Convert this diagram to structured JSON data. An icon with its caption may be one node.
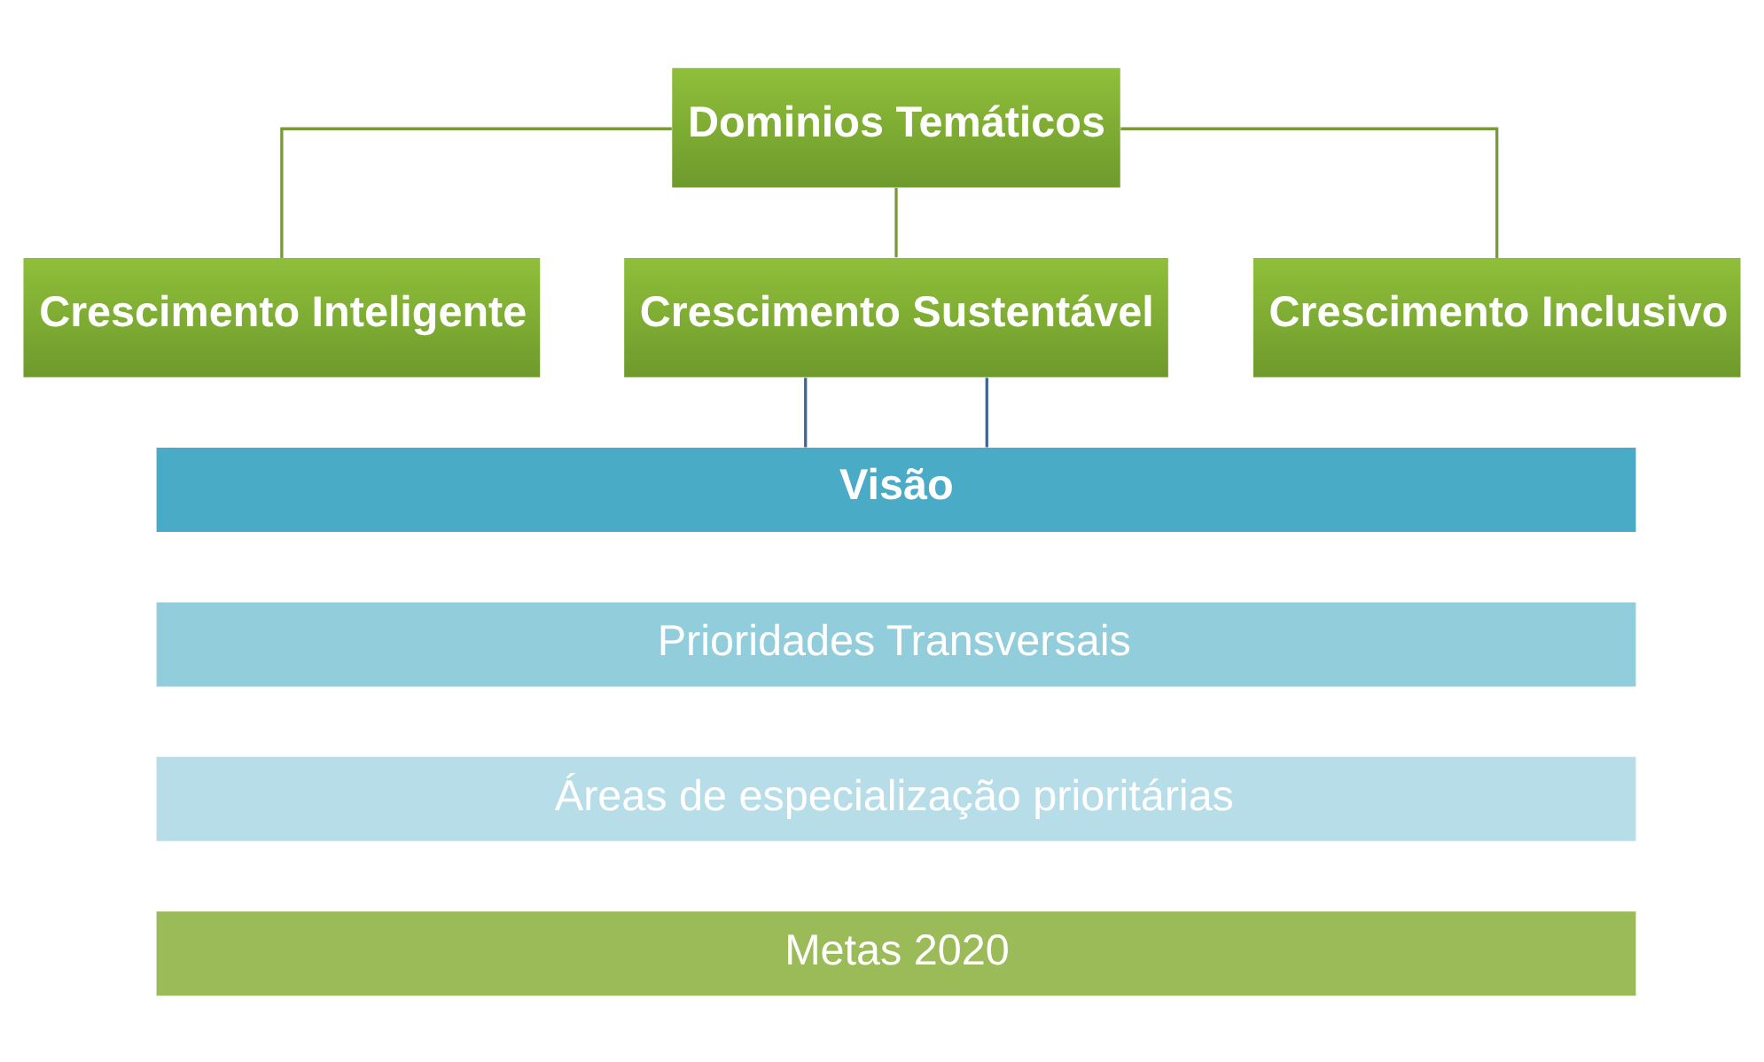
{
  "diagram": {
    "nodes": [
      {
        "text": [
          "Dominios Temáticos"
        ]
      },
      {
        "text": [
          "Crescimento Inteligente"
        ]
      },
      {
        "text": [
          "Crescimento Sustentável"
        ]
      },
      {
        "text": [
          "Crescimento Inclusivo"
        ]
      },
      {
        "text": [
          "Visão"
        ]
      },
      {
        "text": [
          "Prioridades Transversais"
        ]
      },
      {
        "text": [
          "Áreas de especialização prioritárias"
        ]
      },
      {
        "text": [
          "Metas 2020"
        ]
      }
    ],
    "edges": [
      {
        "from": 0,
        "to": 1,
        "arrow": "none"
      },
      {
        "from": 0,
        "to": 2,
        "arrow": "none"
      },
      {
        "from": 0,
        "to": 3,
        "arrow": "none"
      },
      {
        "from": 2,
        "to": 4,
        "arrow": "none",
        "color": "#3f6696"
      },
      {
        "from": 2,
        "to": 4,
        "arrow": "none",
        "color": "#3f6696"
      }
    ]
  }
}
